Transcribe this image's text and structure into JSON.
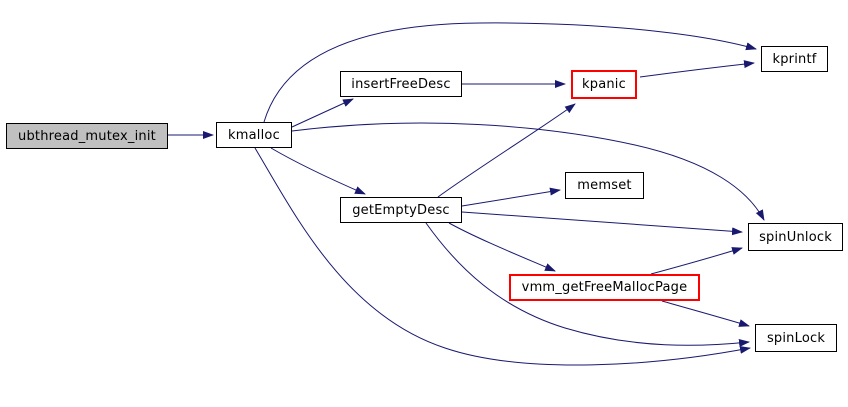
{
  "diagram": {
    "type": "call-graph",
    "nodes": [
      {
        "id": "ubthread_mutex_init",
        "label": "ubthread_mutex_init",
        "role": "root"
      },
      {
        "id": "kmalloc",
        "label": "kmalloc",
        "role": "function"
      },
      {
        "id": "insertFreeDesc",
        "label": "insertFreeDesc",
        "role": "function"
      },
      {
        "id": "kpanic",
        "label": "kpanic",
        "role": "function-highlighted"
      },
      {
        "id": "kprintf",
        "label": "kprintf",
        "role": "function"
      },
      {
        "id": "getEmptyDesc",
        "label": "getEmptyDesc",
        "role": "function"
      },
      {
        "id": "memset",
        "label": "memset",
        "role": "function"
      },
      {
        "id": "spinUnlock",
        "label": "spinUnlock",
        "role": "function"
      },
      {
        "id": "vmm_getFreeMallocPage",
        "label": "vmm_getFreeMallocPage",
        "role": "function-highlighted"
      },
      {
        "id": "spinLock",
        "label": "spinLock",
        "role": "function"
      }
    ],
    "edges": [
      {
        "from": "ubthread_mutex_init",
        "to": "kmalloc"
      },
      {
        "from": "kmalloc",
        "to": "insertFreeDesc"
      },
      {
        "from": "kmalloc",
        "to": "kprintf"
      },
      {
        "from": "kmalloc",
        "to": "getEmptyDesc"
      },
      {
        "from": "kmalloc",
        "to": "spinUnlock"
      },
      {
        "from": "kmalloc",
        "to": "spinLock"
      },
      {
        "from": "insertFreeDesc",
        "to": "kpanic"
      },
      {
        "from": "kpanic",
        "to": "kprintf"
      },
      {
        "from": "getEmptyDesc",
        "to": "kpanic"
      },
      {
        "from": "getEmptyDesc",
        "to": "memset"
      },
      {
        "from": "getEmptyDesc",
        "to": "spinUnlock"
      },
      {
        "from": "getEmptyDesc",
        "to": "vmm_getFreeMallocPage"
      },
      {
        "from": "getEmptyDesc",
        "to": "spinLock"
      },
      {
        "from": "vmm_getFreeMallocPage",
        "to": "spinUnlock"
      },
      {
        "from": "vmm_getFreeMallocPage",
        "to": "spinLock"
      }
    ]
  },
  "colors": {
    "edge": "#191970",
    "node_border": "#000000",
    "node_fill": "#ffffff",
    "root_fill": "#c0c0c0",
    "highlight_border": "#ff0000",
    "text": "#000000",
    "background": "#ffffff"
  }
}
